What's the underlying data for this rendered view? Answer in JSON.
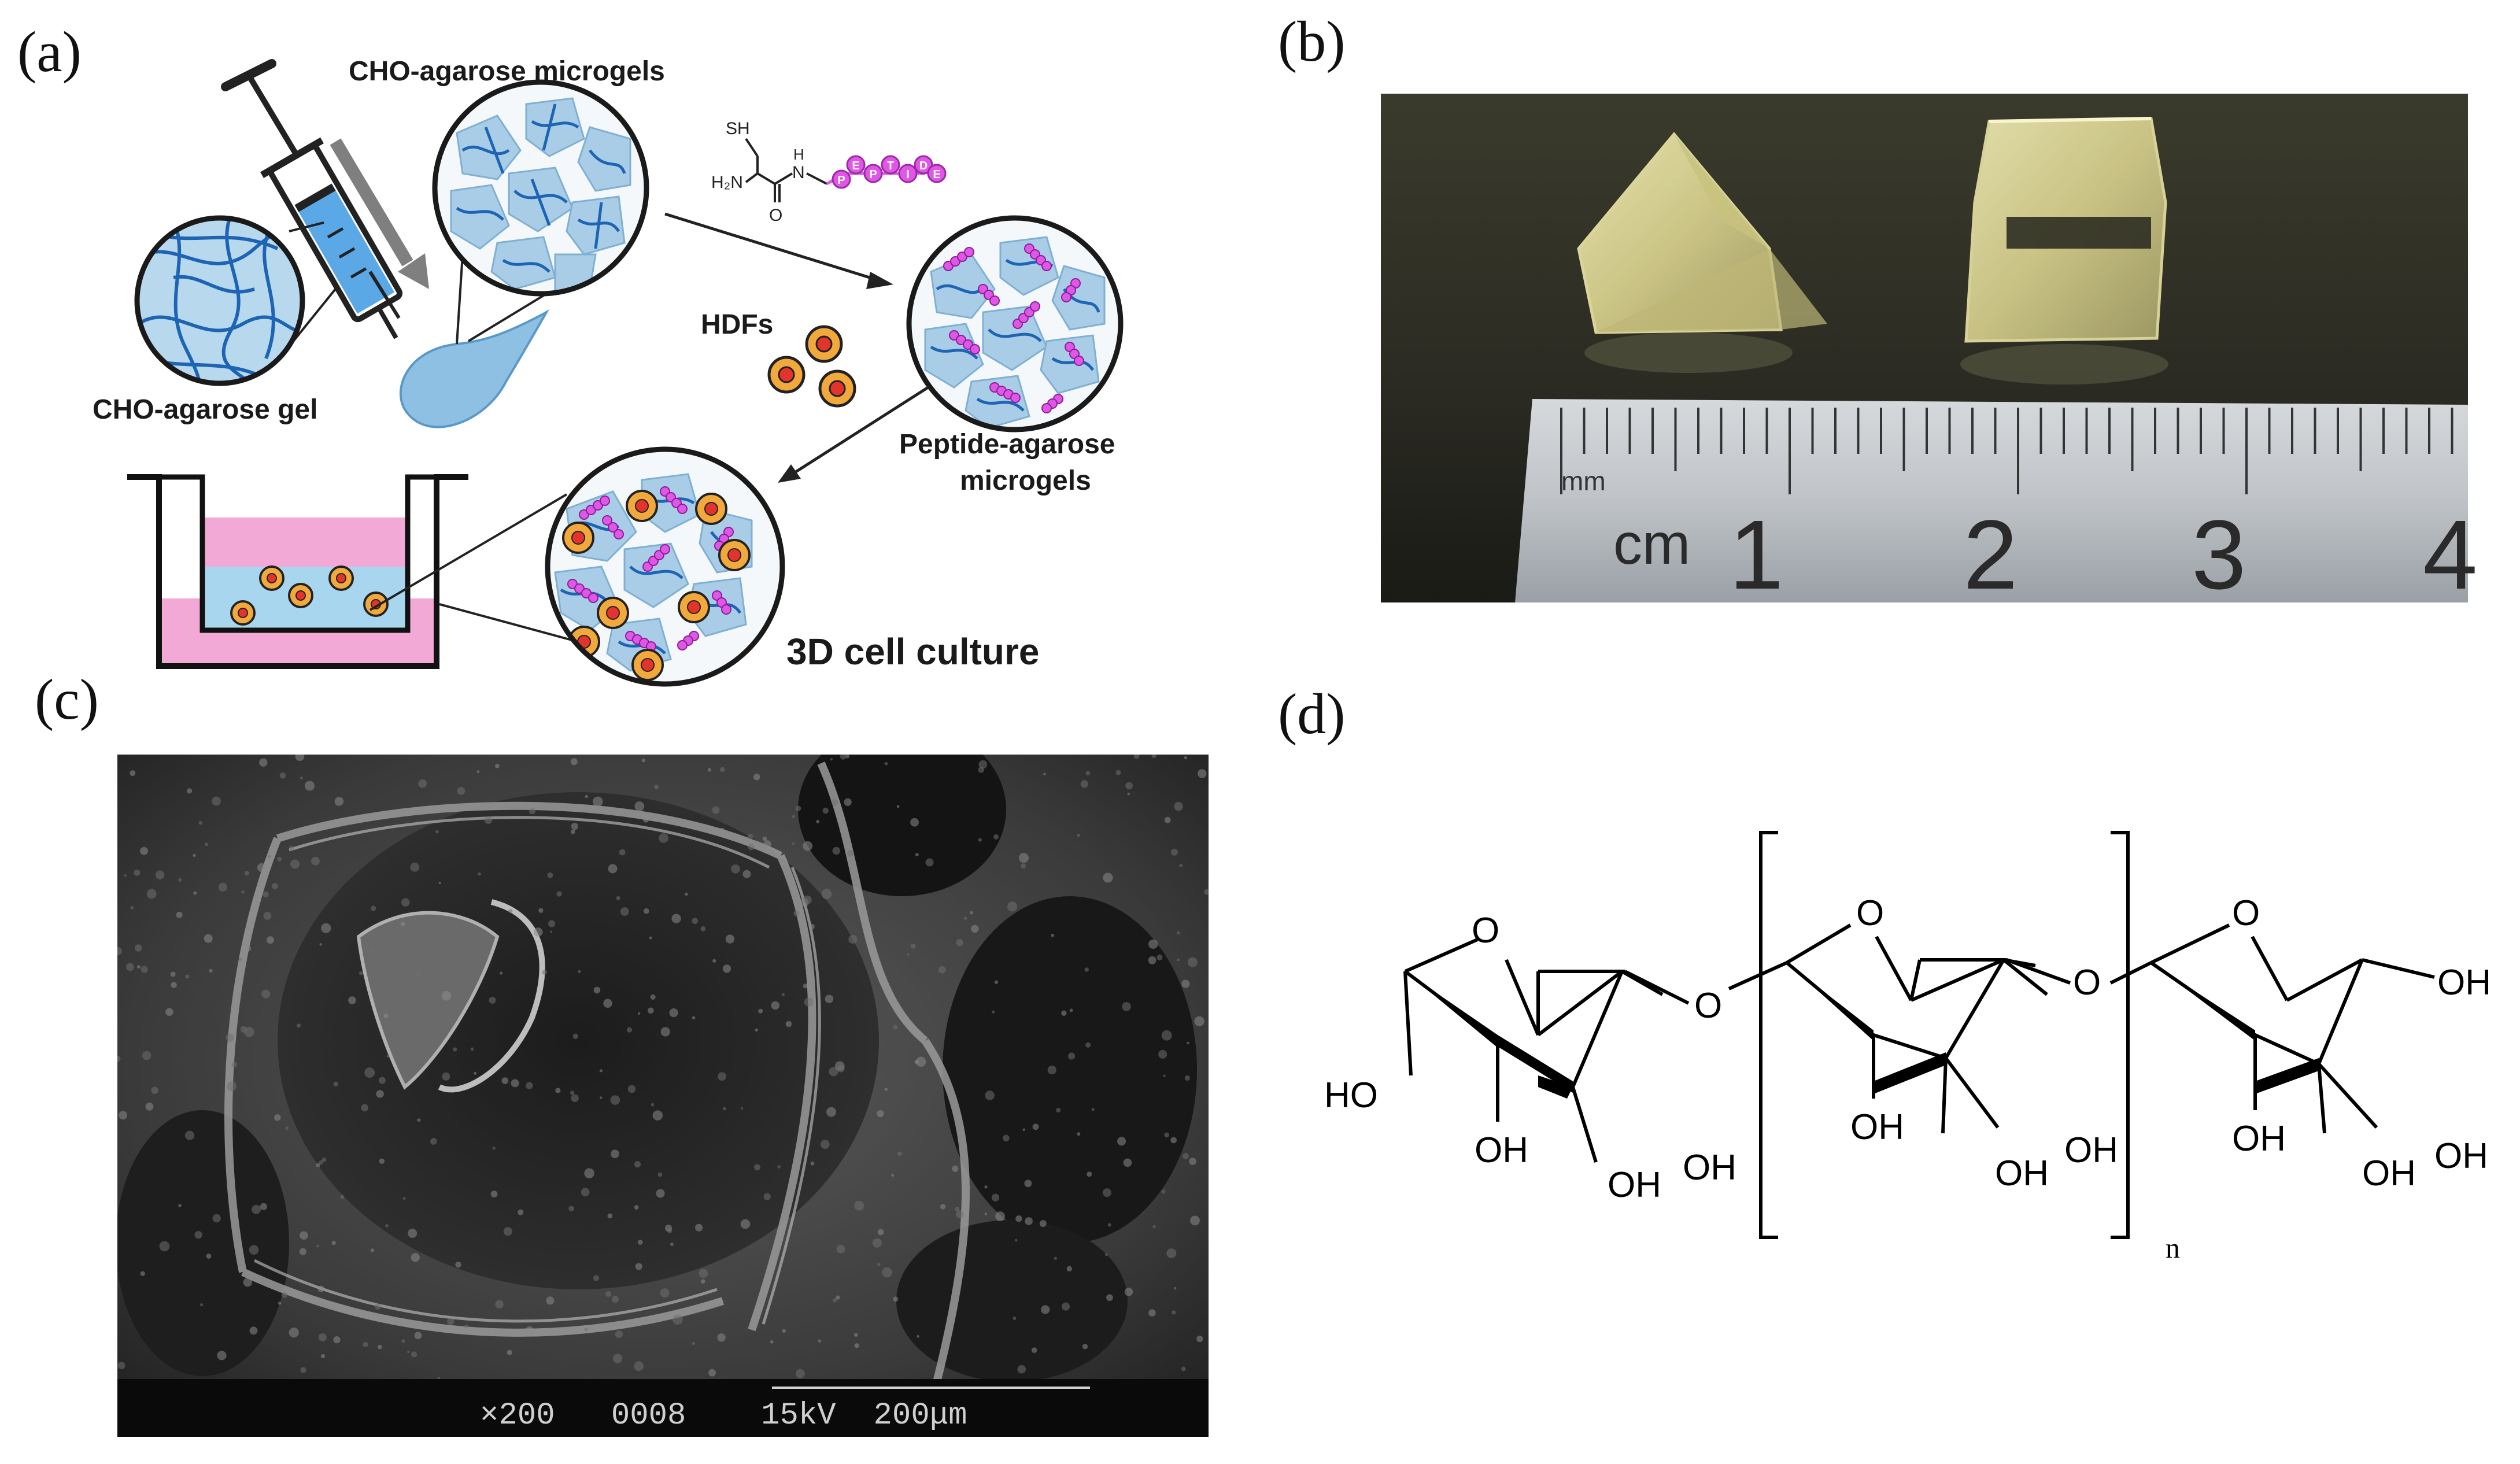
{
  "panels": {
    "a": {
      "label": "(a)",
      "microgels_label": "CHO-agarose microgels",
      "gel_label": "CHO-agarose gel",
      "hdfs_label": "HDFs",
      "peptide_label_line1": "Peptide-agarose",
      "peptide_label_line2": "microgels",
      "culture_label": "3D cell culture",
      "chem_sh": "SH",
      "chem_h2n": "H₂N",
      "chem_o": "O",
      "chem_n": "N",
      "chem_h": "H",
      "peptide_letters": [
        "P",
        "E",
        "P",
        "T",
        "I",
        "D",
        "E"
      ],
      "colors": {
        "gel_blue": "#a9cde6",
        "strand_blue": "#1d64b4",
        "peptide_magenta": "#e056e6",
        "cell_orange": "#f2a93b",
        "media_pink": "#f3a9d6"
      }
    },
    "b": {
      "label": "(b)",
      "ruler_unit_mm": "mm",
      "ruler_unit_cm": "cm",
      "ruler_numbers": [
        "1",
        "2",
        "3",
        "4"
      ]
    },
    "c": {
      "label": "(c)",
      "sem_info": "×200   0008    15kV  200μm"
    },
    "d": {
      "label": "(d)",
      "o_label": "O",
      "ho_label": "HO",
      "oh_label": "OH",
      "subscript_n": "n"
    }
  }
}
